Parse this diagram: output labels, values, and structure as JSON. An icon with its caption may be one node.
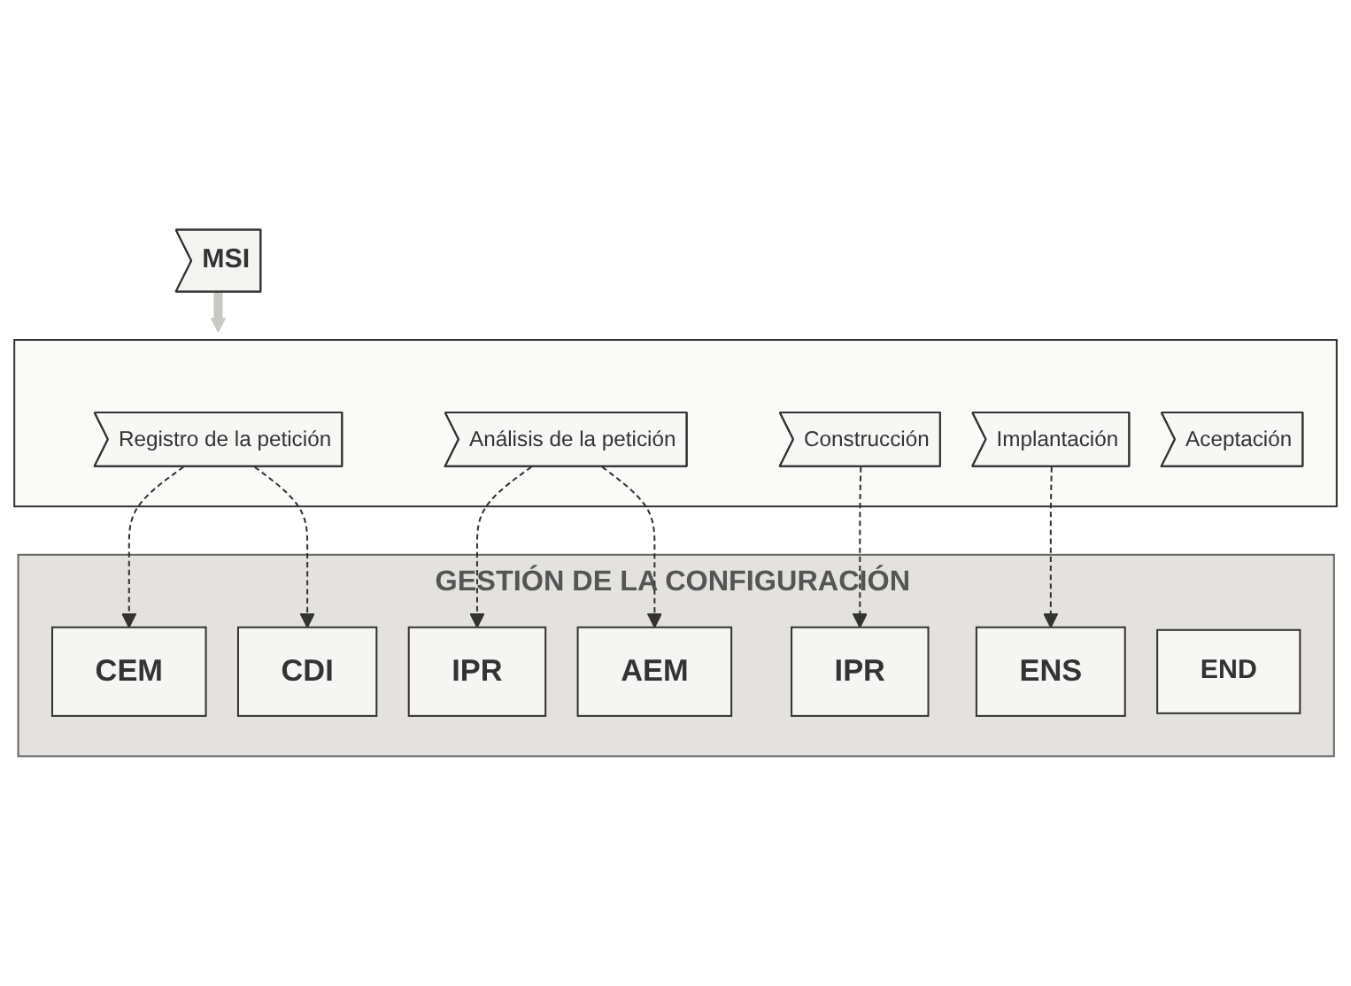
{
  "diagram": {
    "nodes": [
      {
        "text": [
          "MSI"
        ]
      },
      {
        "text": [],
        "shape": "box"
      },
      {
        "text": [
          "Registro de la petición"
        ],
        "in": 1
      },
      {
        "text": [
          "Análisis de la petición"
        ],
        "in": 1
      },
      {
        "text": [
          "Construcción"
        ],
        "in": 1
      },
      {
        "text": [
          "Implantación"
        ],
        "in": 1
      },
      {
        "text": [
          "Aceptación"
        ],
        "in": 1
      },
      {
        "text": [
          "GESTIÓN DE LA CONFIGURACIÓN"
        ]
      },
      {
        "text": [
          "CEM"
        ],
        "in": 7
      },
      {
        "text": [
          "CDI"
        ],
        "in": 7
      },
      {
        "text": [
          "IPR"
        ],
        "in": 7
      },
      {
        "text": [
          "AEM"
        ],
        "in": 7
      },
      {
        "text": [
          "IPR"
        ],
        "in": 7
      },
      {
        "text": [
          "ENS"
        ],
        "in": 7
      },
      {
        "text": [
          "END"
        ],
        "in": 7
      }
    ],
    "edges": [
      {
        "from": 0,
        "to": 1,
        "arrow": "to",
        "style": "thick",
        "color": "#c8c8c4"
      },
      {
        "from": 2,
        "to": 8,
        "arrow": "to",
        "style": "dashed"
      },
      {
        "from": 2,
        "to": 9,
        "arrow": "to",
        "style": "dashed"
      },
      {
        "from": 3,
        "to": 10,
        "arrow": "to",
        "style": "dashed"
      },
      {
        "from": 3,
        "to": 11,
        "arrow": "to",
        "style": "dashed"
      },
      {
        "from": 4,
        "to": 12,
        "arrow": "to",
        "style": "dashed"
      },
      {
        "from": 5,
        "to": 13,
        "arrow": "to",
        "style": "dashed"
      }
    ]
  }
}
